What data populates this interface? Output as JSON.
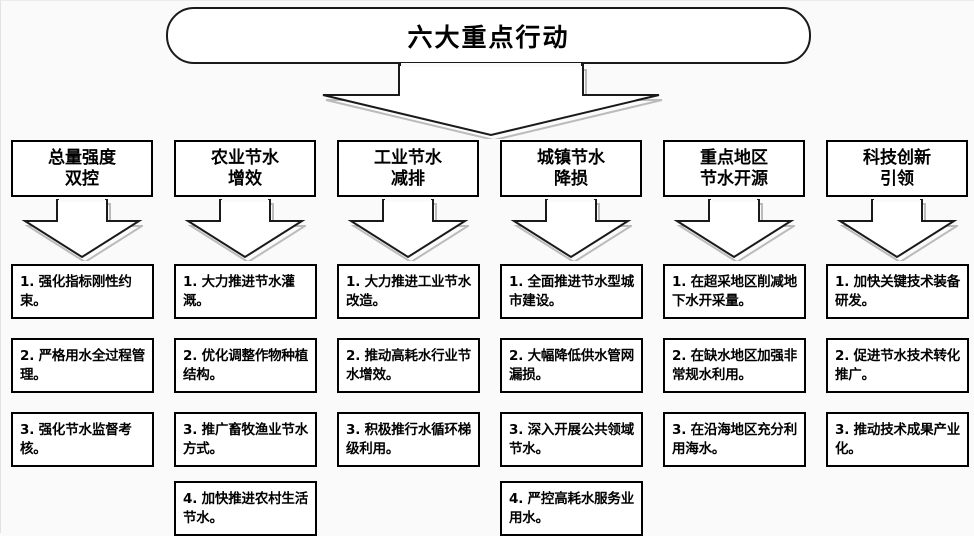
{
  "diagram": {
    "title": "六大重点行动",
    "arrow_icon_name": "down-arrow",
    "colors": {
      "background": "#fafafa",
      "box_fill": "#ffffff",
      "box_border": "#000000",
      "text": "#000000",
      "shadow": "#bfbfbf"
    },
    "columns": [
      {
        "header": "总量强度\n双控",
        "header_lines": [
          "总量强度",
          "双控"
        ],
        "items": [
          "1. 强化指标刚性约束。",
          "2. 严格用水全过程管理。",
          "3. 强化节水监督考核。"
        ]
      },
      {
        "header": "农业节水\n增效",
        "header_lines": [
          "农业节水",
          "增效"
        ],
        "items": [
          "1. 大力推进节水灌溉。",
          "2. 优化调整作物种植结构。",
          "3. 推广畜牧渔业节水方式。",
          "4. 加快推进农村生活节水。"
        ]
      },
      {
        "header": "工业节水\n减排",
        "header_lines": [
          "工业节水",
          "减排"
        ],
        "items": [
          "1. 大力推进工业节水改造。",
          "2. 推动高耗水行业节水增效。",
          "3. 积极推行水循环梯级利用。"
        ]
      },
      {
        "header": "城镇节水\n降损",
        "header_lines": [
          "城镇节水",
          "降损"
        ],
        "items": [
          "1. 全面推进节水型城市建设。",
          "2. 大幅降低供水管网漏损。",
          "3. 深入开展公共领域节水。",
          "4. 严控高耗水服务业用水。"
        ]
      },
      {
        "header": "重点地区\n节水开源",
        "header_lines": [
          "重点地区",
          "节水开源"
        ],
        "items": [
          "1. 在超采地区削减地下水开采量。",
          "2. 在缺水地区加强非常规水利用。",
          "3. 在沿海地区充分利用海水。"
        ]
      },
      {
        "header": "科技创新\n引领",
        "header_lines": [
          "科技创新",
          "引领"
        ],
        "items": [
          "1. 加快关键技术装备研发。",
          "2. 促进节水技术转化推广。",
          "3. 推动技术成果产业化。"
        ]
      }
    ]
  }
}
